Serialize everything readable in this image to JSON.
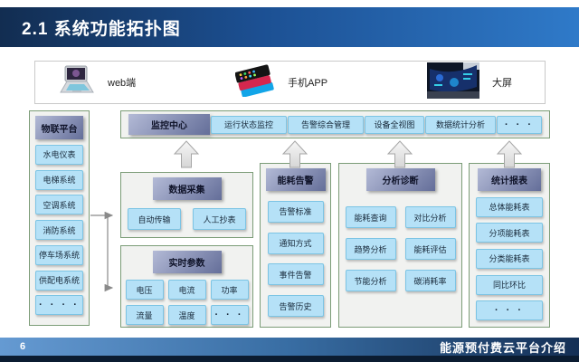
{
  "theme": {
    "title_gradient_from": "#122d51",
    "title_gradient_to": "#2f7ac9",
    "item_fill": "#b5e1f7",
    "item_border": "#7cc4e4",
    "header_gradient_from": "#b3bad6",
    "header_gradient_to": "#646e99",
    "panel_bg": "#f1f2f0",
    "panel_border": "#7b9c77",
    "footer_dark": "#0b1c31"
  },
  "title_bar": {
    "title": "2.1 系统功能拓扑图"
  },
  "clients": [
    {
      "icon": "laptop-icon",
      "label": "web端"
    },
    {
      "icon": "phones-icon",
      "label": "手机APP"
    },
    {
      "icon": "screen-wall-icon",
      "label": "大屏"
    }
  ],
  "iot_platform": {
    "header": "物联平台",
    "items": [
      "水电仪表",
      "电梯系统",
      "空调系统",
      "消防系统",
      "停车场系统",
      "供配电系统",
      "· · · ·"
    ]
  },
  "monitor_center": {
    "header": "监控中心",
    "items": [
      "运行状态监控",
      "告警综合管理",
      "设备全视图",
      "数据统计分析",
      "· · ·"
    ]
  },
  "data_collection": {
    "header": "数据采集",
    "items": [
      "自动传输",
      "人工抄表"
    ]
  },
  "realtime_params": {
    "header": "实时参数",
    "items": [
      "电压",
      "电流",
      "功率",
      "流量",
      "温度",
      "· · ·"
    ]
  },
  "energy_alarm": {
    "header": "能耗告警",
    "items": [
      "告警标准",
      "通知方式",
      "事件告警",
      "告警历史"
    ]
  },
  "analysis_diagnosis": {
    "header": "分析诊断",
    "items": [
      "能耗查询",
      "对比分析",
      "趋势分析",
      "能耗评估",
      "节能分析",
      "碳消耗率"
    ]
  },
  "statistics_reports": {
    "header": "统计报表",
    "items": [
      "总体能耗表",
      "分项能耗表",
      "分类能耗表",
      "同比环比",
      "· · ·"
    ]
  },
  "footer": {
    "page_number": "6",
    "caption": "能源预付费云平台介绍"
  }
}
